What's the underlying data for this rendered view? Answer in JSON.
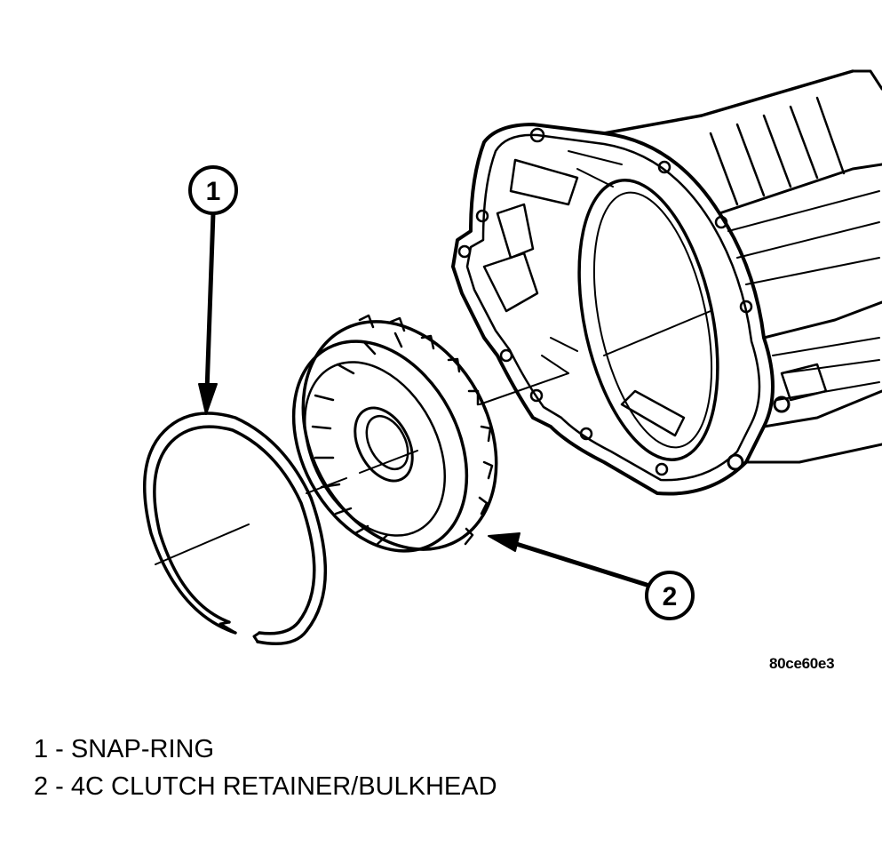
{
  "figure": {
    "id_code": "80ce60e3",
    "callouts": [
      {
        "number": "1",
        "part": "snap-ring"
      },
      {
        "number": "2",
        "part": "4c-clutch-retainer-bulkhead"
      }
    ]
  },
  "legend": {
    "items": [
      {
        "text": "1 - SNAP-RING"
      },
      {
        "text": "2 - 4C CLUTCH RETAINER/BULKHEAD"
      }
    ]
  }
}
